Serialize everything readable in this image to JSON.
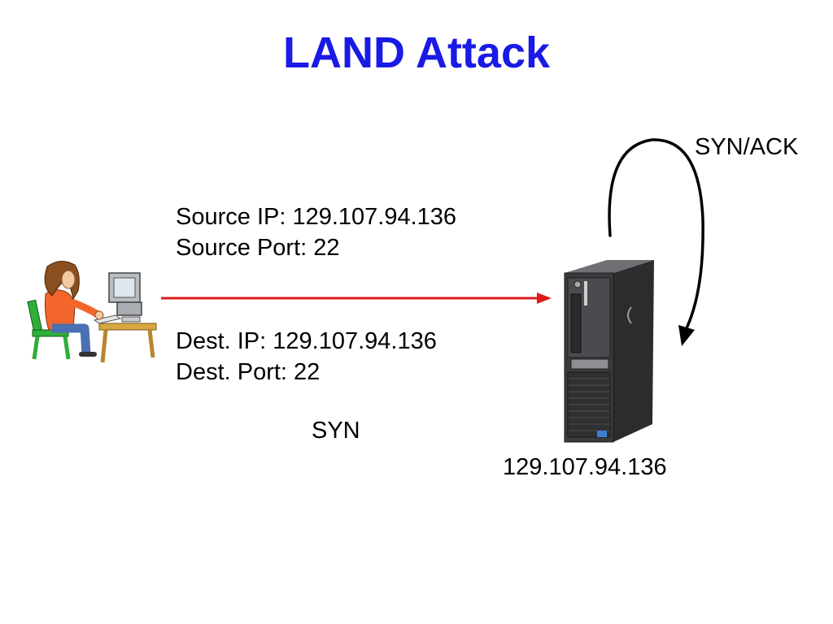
{
  "slide": {
    "title": "LAND Attack",
    "accent_color": "#1a1ae6",
    "arrow_color": "#e01b1b"
  },
  "packet": {
    "source_ip": "Source IP: 129.107.94.136",
    "source_port": "Source Port: 22",
    "dest_ip": "Dest. IP: 129.107.94.136",
    "dest_port": "Dest. Port: 22",
    "type": "SYN"
  },
  "response": {
    "type": "SYN/ACK"
  },
  "server": {
    "ip": "129.107.94.136",
    "icon": "server-tower-icon"
  },
  "attacker": {
    "icon": "attacker-at-computer-icon"
  }
}
